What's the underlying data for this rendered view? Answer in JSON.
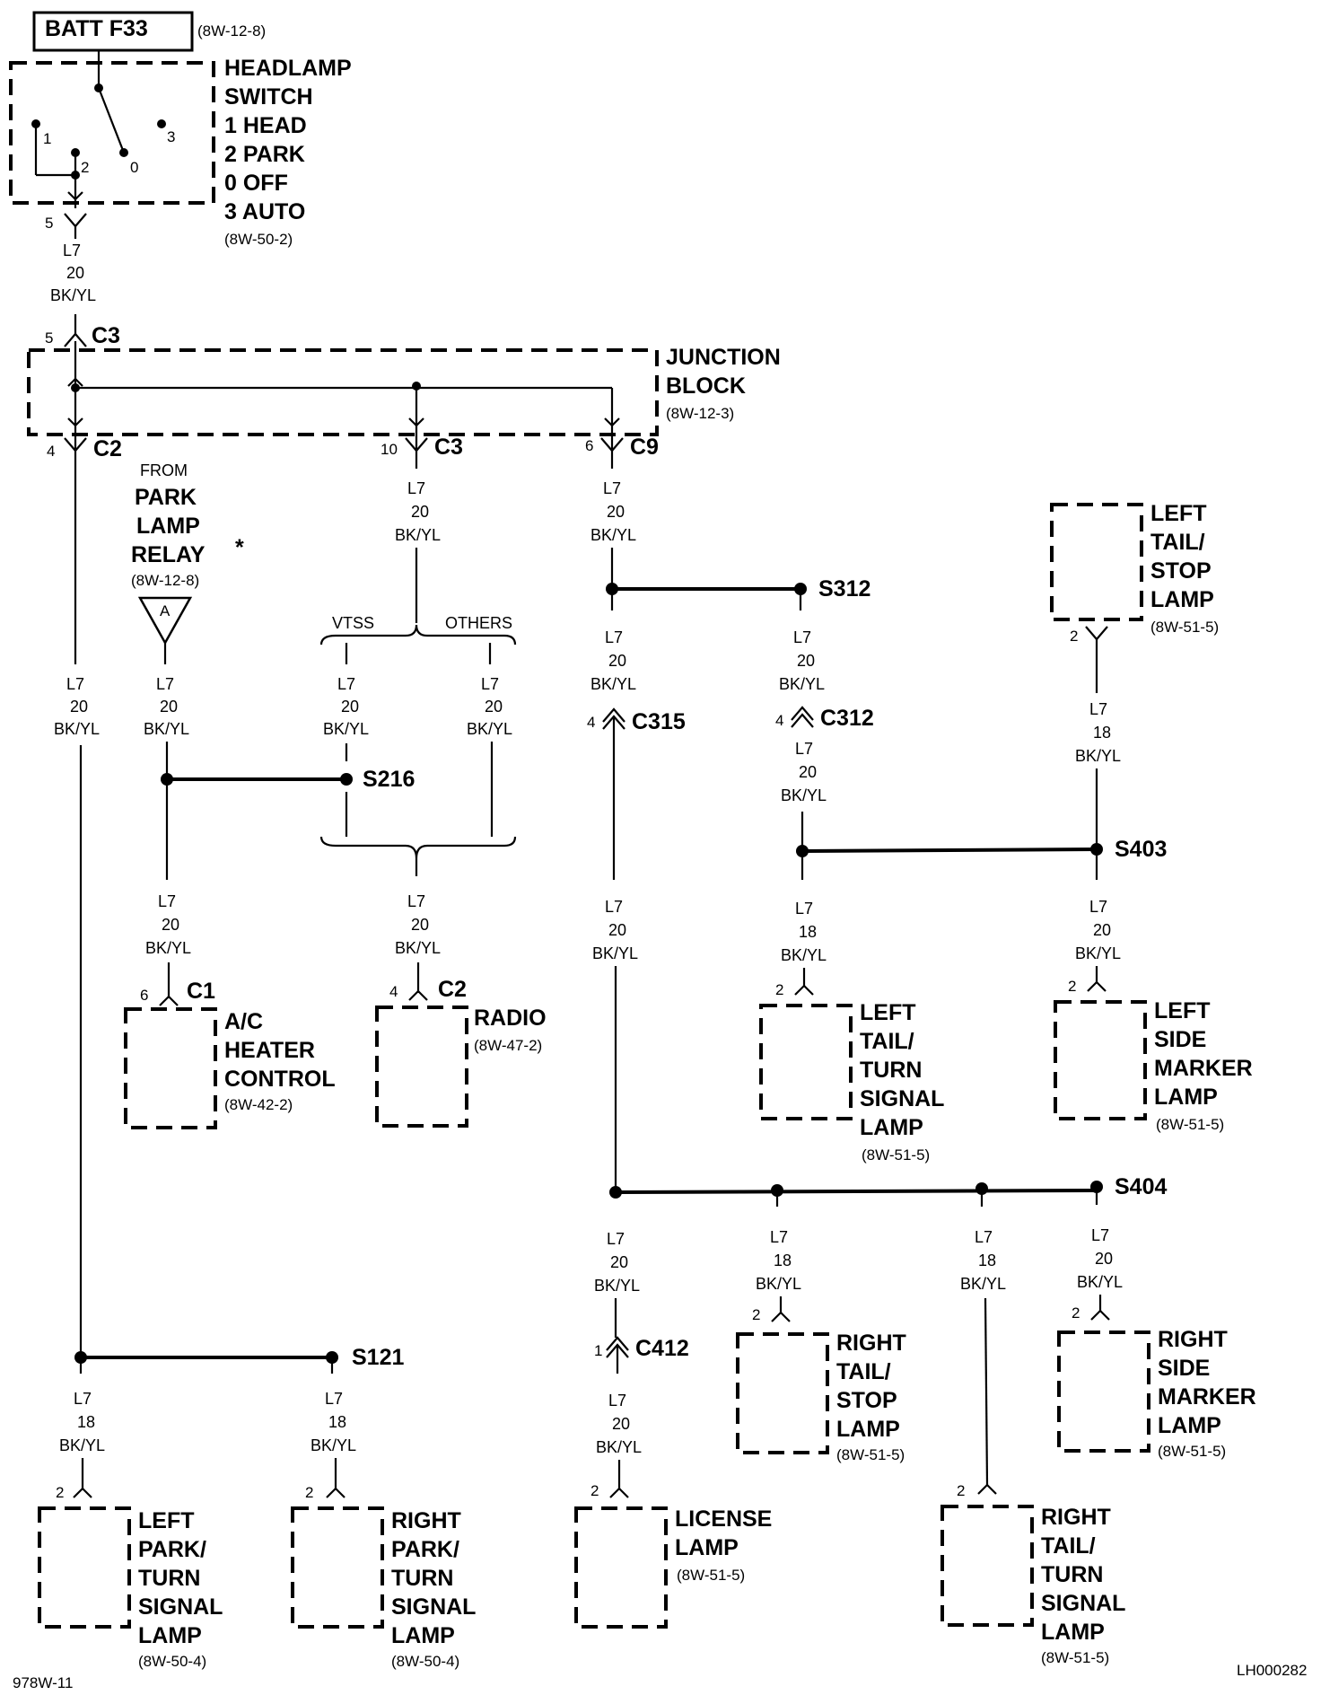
{
  "fuse": {
    "label": "BATT F33",
    "ref": "(8W-12-8)"
  },
  "headlamp_switch": {
    "title1": "HEADLAMP",
    "title2": "SWITCH",
    "pos1": "1 HEAD",
    "pos2": "2 PARK",
    "pos3": "0 OFF",
    "pos4": "3 AUTO",
    "ref": "(8W-50-2)",
    "contact1": "1",
    "contact2": "2",
    "contact0": "0",
    "contact3": "3",
    "pin": "5"
  },
  "junction_block": {
    "title1": "JUNCTION",
    "title2": "BLOCK",
    "ref": "(8W-12-3)",
    "in_pin": "5",
    "in_conn": "C3",
    "out_c2_pin": "4",
    "out_c2": "C2",
    "out_c3_pin": "10",
    "out_c3": "C3",
    "out_c9_pin": "6",
    "out_c9": "C9"
  },
  "wire": {
    "circuit": "L7",
    "gauge20": "20",
    "gauge18": "18",
    "color": "BK/YL"
  },
  "park_relay": {
    "from": "FROM",
    "l1": "PARK",
    "l2": "LAMP",
    "l3": "RELAY",
    "ref": "(8W-12-8)",
    "tri": "A",
    "star": "*"
  },
  "branches": {
    "vtss": "VTSS",
    "others": "OTHERS"
  },
  "splices": {
    "s216": "S216",
    "s312": "S312",
    "s403": "S403",
    "s404": "S404",
    "s121": "S121"
  },
  "connectors": {
    "c315_pin": "4",
    "c315": "C315",
    "c312_pin": "4",
    "c312": "C312",
    "c412_pin": "1",
    "c412": "C412"
  },
  "ac_heater": {
    "pin": "6",
    "conn": "C1",
    "l1": "A/C",
    "l2": "HEATER",
    "l3": "CONTROL",
    "ref": "(8W-42-2)"
  },
  "radio": {
    "pin": "4",
    "conn": "C2",
    "l1": "RADIO",
    "ref": "(8W-47-2)"
  },
  "left_tail_stop": {
    "pin": "2",
    "l1": "LEFT",
    "l2": "TAIL/",
    "l3": "STOP",
    "l4": "LAMP",
    "ref": "(8W-51-5)"
  },
  "left_tail_turn": {
    "pin": "2",
    "l1": "LEFT",
    "l2": "TAIL/",
    "l3": "TURN",
    "l4": "SIGNAL",
    "l5": "LAMP",
    "ref": "(8W-51-5)"
  },
  "left_side_marker": {
    "pin": "2",
    "l1": "LEFT",
    "l2": "SIDE",
    "l3": "MARKER",
    "l4": "LAMP",
    "ref": "(8W-51-5)"
  },
  "right_tail_stop": {
    "pin": "2",
    "l1": "RIGHT",
    "l2": "TAIL/",
    "l3": "STOP",
    "l4": "LAMP",
    "ref": "(8W-51-5)"
  },
  "right_side_marker": {
    "pin": "2",
    "l1": "RIGHT",
    "l2": "SIDE",
    "l3": "MARKER",
    "l4": "LAMP",
    "ref": "(8W-51-5)"
  },
  "license": {
    "pin": "2",
    "l1": "LICENSE",
    "l2": "LAMP",
    "ref": "(8W-51-5)"
  },
  "right_tail_turn": {
    "pin": "2",
    "l1": "RIGHT",
    "l2": "TAIL/",
    "l3": "TURN",
    "l4": "SIGNAL",
    "l5": "LAMP",
    "ref": "(8W-51-5)"
  },
  "left_park_turn": {
    "pin": "2",
    "l1": "LEFT",
    "l2": "PARK/",
    "l3": "TURN",
    "l4": "SIGNAL",
    "l5": "LAMP",
    "ref": "(8W-50-4)"
  },
  "right_park_turn": {
    "pin": "2",
    "l1": "RIGHT",
    "l2": "PARK/",
    "l3": "TURN",
    "l4": "SIGNAL",
    "l5": "LAMP",
    "ref": "(8W-50-4)"
  },
  "footer": {
    "left": "978W-11",
    "right": "LH000282"
  }
}
